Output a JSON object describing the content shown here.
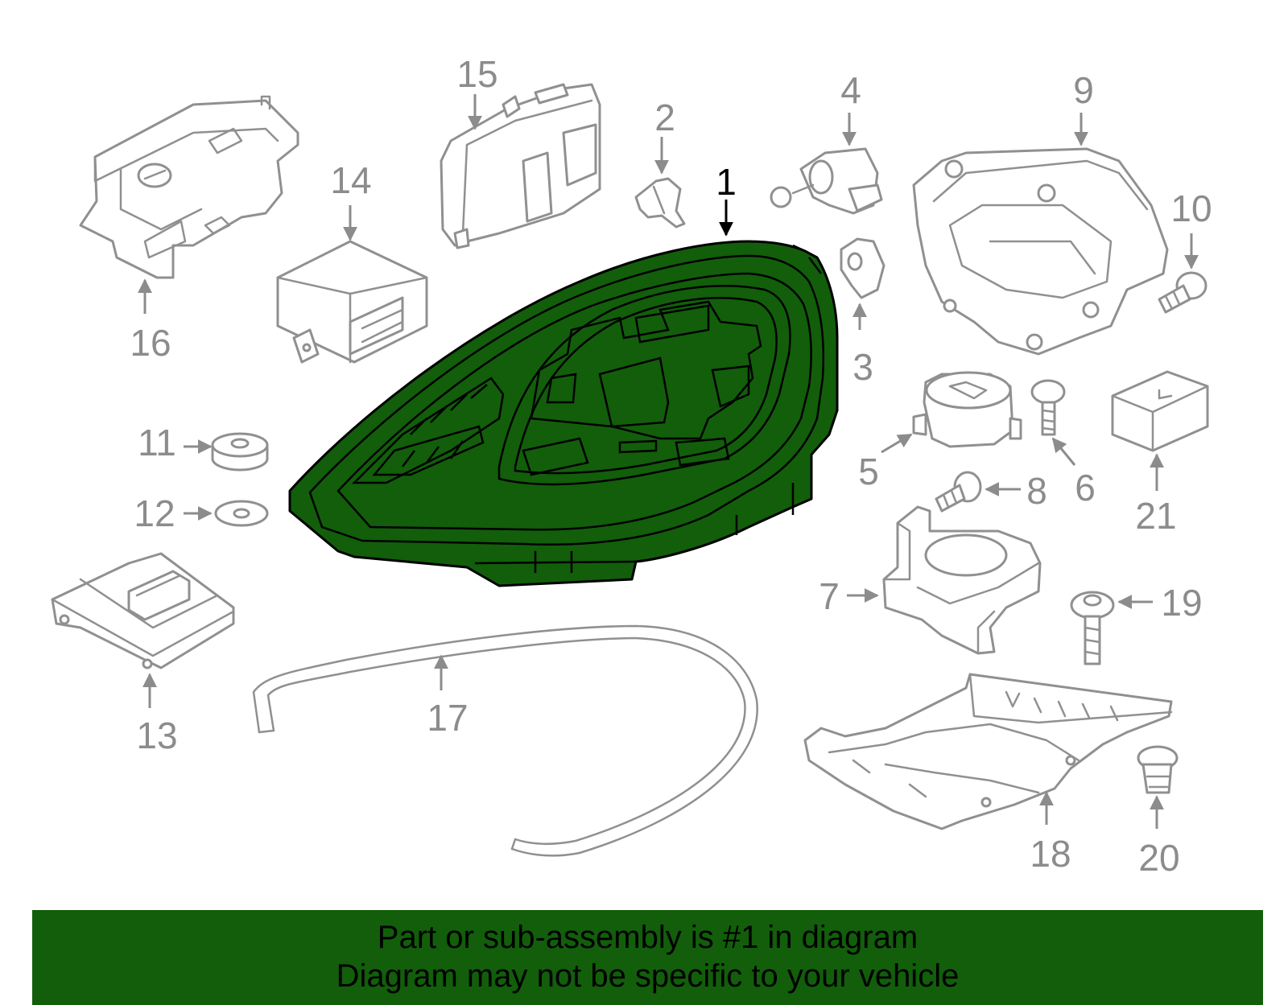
{
  "colors": {
    "highlight": "#125e0b",
    "part_outline": "#909090",
    "callout_text": "#8c8c8c",
    "main_callout": "#000000",
    "background": "#ffffff"
  },
  "diagram": {
    "highlighted_part": "1",
    "callouts": {
      "c1": "1",
      "c2": "2",
      "c3": "3",
      "c4": "4",
      "c5": "5",
      "c6": "6",
      "c7": "7",
      "c8": "8",
      "c9": "9",
      "c10": "10",
      "c11": "11",
      "c12": "12",
      "c13": "13",
      "c14": "14",
      "c15": "15",
      "c16": "16",
      "c17": "17",
      "c18": "18",
      "c19": "19",
      "c20": "20",
      "c21": "21"
    }
  },
  "banner": {
    "line1": "Part or sub-assembly is #1 in diagram",
    "line2": "Diagram may not be specific to your vehicle"
  }
}
